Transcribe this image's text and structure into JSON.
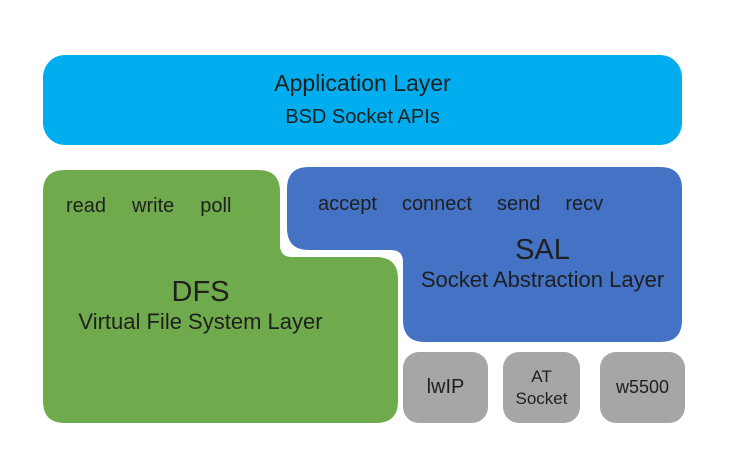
{
  "colors": {
    "cyan": "#00aeef",
    "green": "#6fab4c",
    "blue": "#4472c4",
    "gray": "#a6a6a6",
    "text": "#1f1f1f"
  },
  "application_layer": {
    "title": "Application Layer",
    "subtitle": "BSD Socket APIs"
  },
  "dfs": {
    "methods": [
      "read",
      "write",
      "poll"
    ],
    "acronym": "DFS",
    "name": "Virtual File System Layer"
  },
  "sal": {
    "methods": [
      "accept",
      "connect",
      "send",
      "recv"
    ],
    "acronym": "SAL",
    "name": "Socket Abstraction Layer"
  },
  "backends": [
    {
      "label": "lwIP"
    },
    {
      "label": "AT\nSocket"
    },
    {
      "label": "w5500"
    }
  ]
}
